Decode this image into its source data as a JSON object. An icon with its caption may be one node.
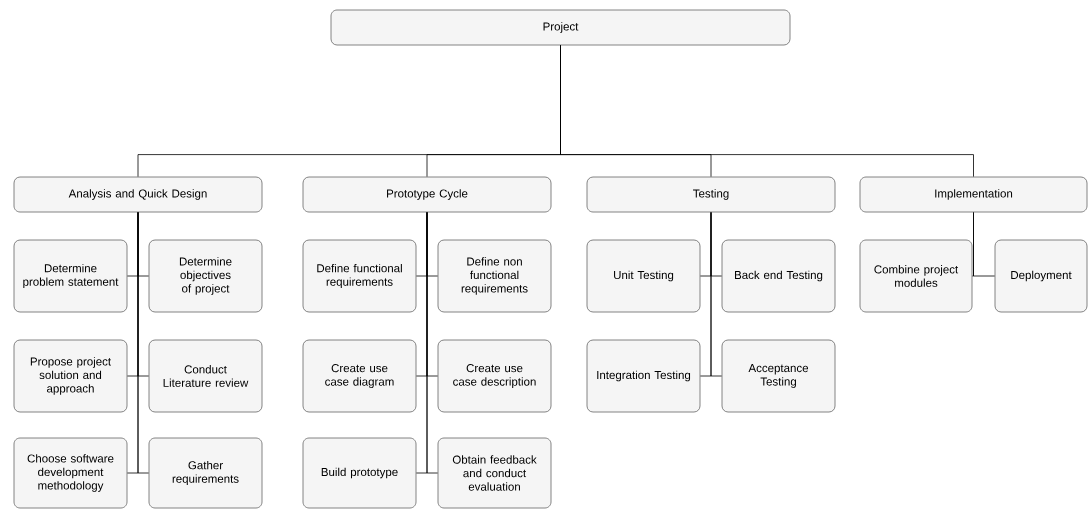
{
  "diagram": {
    "nodes": [
      {
        "text": [
          "Project"
        ]
      },
      {
        "text": [
          "Analysis and Quick Design"
        ]
      },
      {
        "text": [
          "Prototype Cycle"
        ]
      },
      {
        "text": [
          "Testing"
        ]
      },
      {
        "text": [
          "Implementation"
        ]
      },
      {
        "text": [
          "Determine problem statement"
        ]
      },
      {
        "text": [
          "Determine objectives of project"
        ]
      },
      {
        "text": [
          "Propose project solution and approach"
        ]
      },
      {
        "text": [
          "Conduct Literature review"
        ]
      },
      {
        "text": [
          "Choose software development methodology"
        ]
      },
      {
        "text": [
          "Gather requirements"
        ]
      },
      {
        "text": [
          "Define functional requirements"
        ]
      },
      {
        "text": [
          "Define non functional requirements"
        ]
      },
      {
        "text": [
          "Create use case diagram"
        ]
      },
      {
        "text": [
          "Create use case description"
        ]
      },
      {
        "text": [
          "Build prototype"
        ]
      },
      {
        "text": [
          "Obtain feedback and conduct evaluation"
        ]
      },
      {
        "text": [
          "Unit Testing"
        ]
      },
      {
        "text": [
          "Back end Testing"
        ]
      },
      {
        "text": [
          "Integration Testing"
        ]
      },
      {
        "text": [
          "Acceptance Testing"
        ]
      },
      {
        "text": [
          "Combine project modules"
        ]
      },
      {
        "text": [
          "Deployment"
        ]
      }
    ],
    "edges": [
      {
        "from": 0,
        "to": 1,
        "arrow": "none"
      },
      {
        "from": 0,
        "to": 2,
        "arrow": "none"
      },
      {
        "from": 0,
        "to": 3,
        "arrow": "none"
      },
      {
        "from": 0,
        "to": 4,
        "arrow": "none"
      },
      {
        "from": 1,
        "to": 5,
        "arrow": "none"
      },
      {
        "from": 1,
        "to": 6,
        "arrow": "none"
      },
      {
        "from": 1,
        "to": 7,
        "arrow": "none"
      },
      {
        "from": 1,
        "to": 8,
        "arrow": "none"
      },
      {
        "from": 1,
        "to": 9,
        "arrow": "none"
      },
      {
        "from": 1,
        "to": 10,
        "arrow": "none"
      },
      {
        "from": 2,
        "to": 11,
        "arrow": "none"
      },
      {
        "from": 2,
        "to": 12,
        "arrow": "none"
      },
      {
        "from": 2,
        "to": 13,
        "arrow": "none"
      },
      {
        "from": 2,
        "to": 14,
        "arrow": "none"
      },
      {
        "from": 2,
        "to": 15,
        "arrow": "none"
      },
      {
        "from": 2,
        "to": 16,
        "arrow": "none"
      },
      {
        "from": 3,
        "to": 17,
        "arrow": "none"
      },
      {
        "from": 3,
        "to": 18,
        "arrow": "none"
      },
      {
        "from": 3,
        "to": 19,
        "arrow": "none"
      },
      {
        "from": 3,
        "to": 20,
        "arrow": "none"
      },
      {
        "from": 4,
        "to": 21,
        "arrow": "none"
      },
      {
        "from": 4,
        "to": 22,
        "arrow": "none"
      }
    ]
  }
}
